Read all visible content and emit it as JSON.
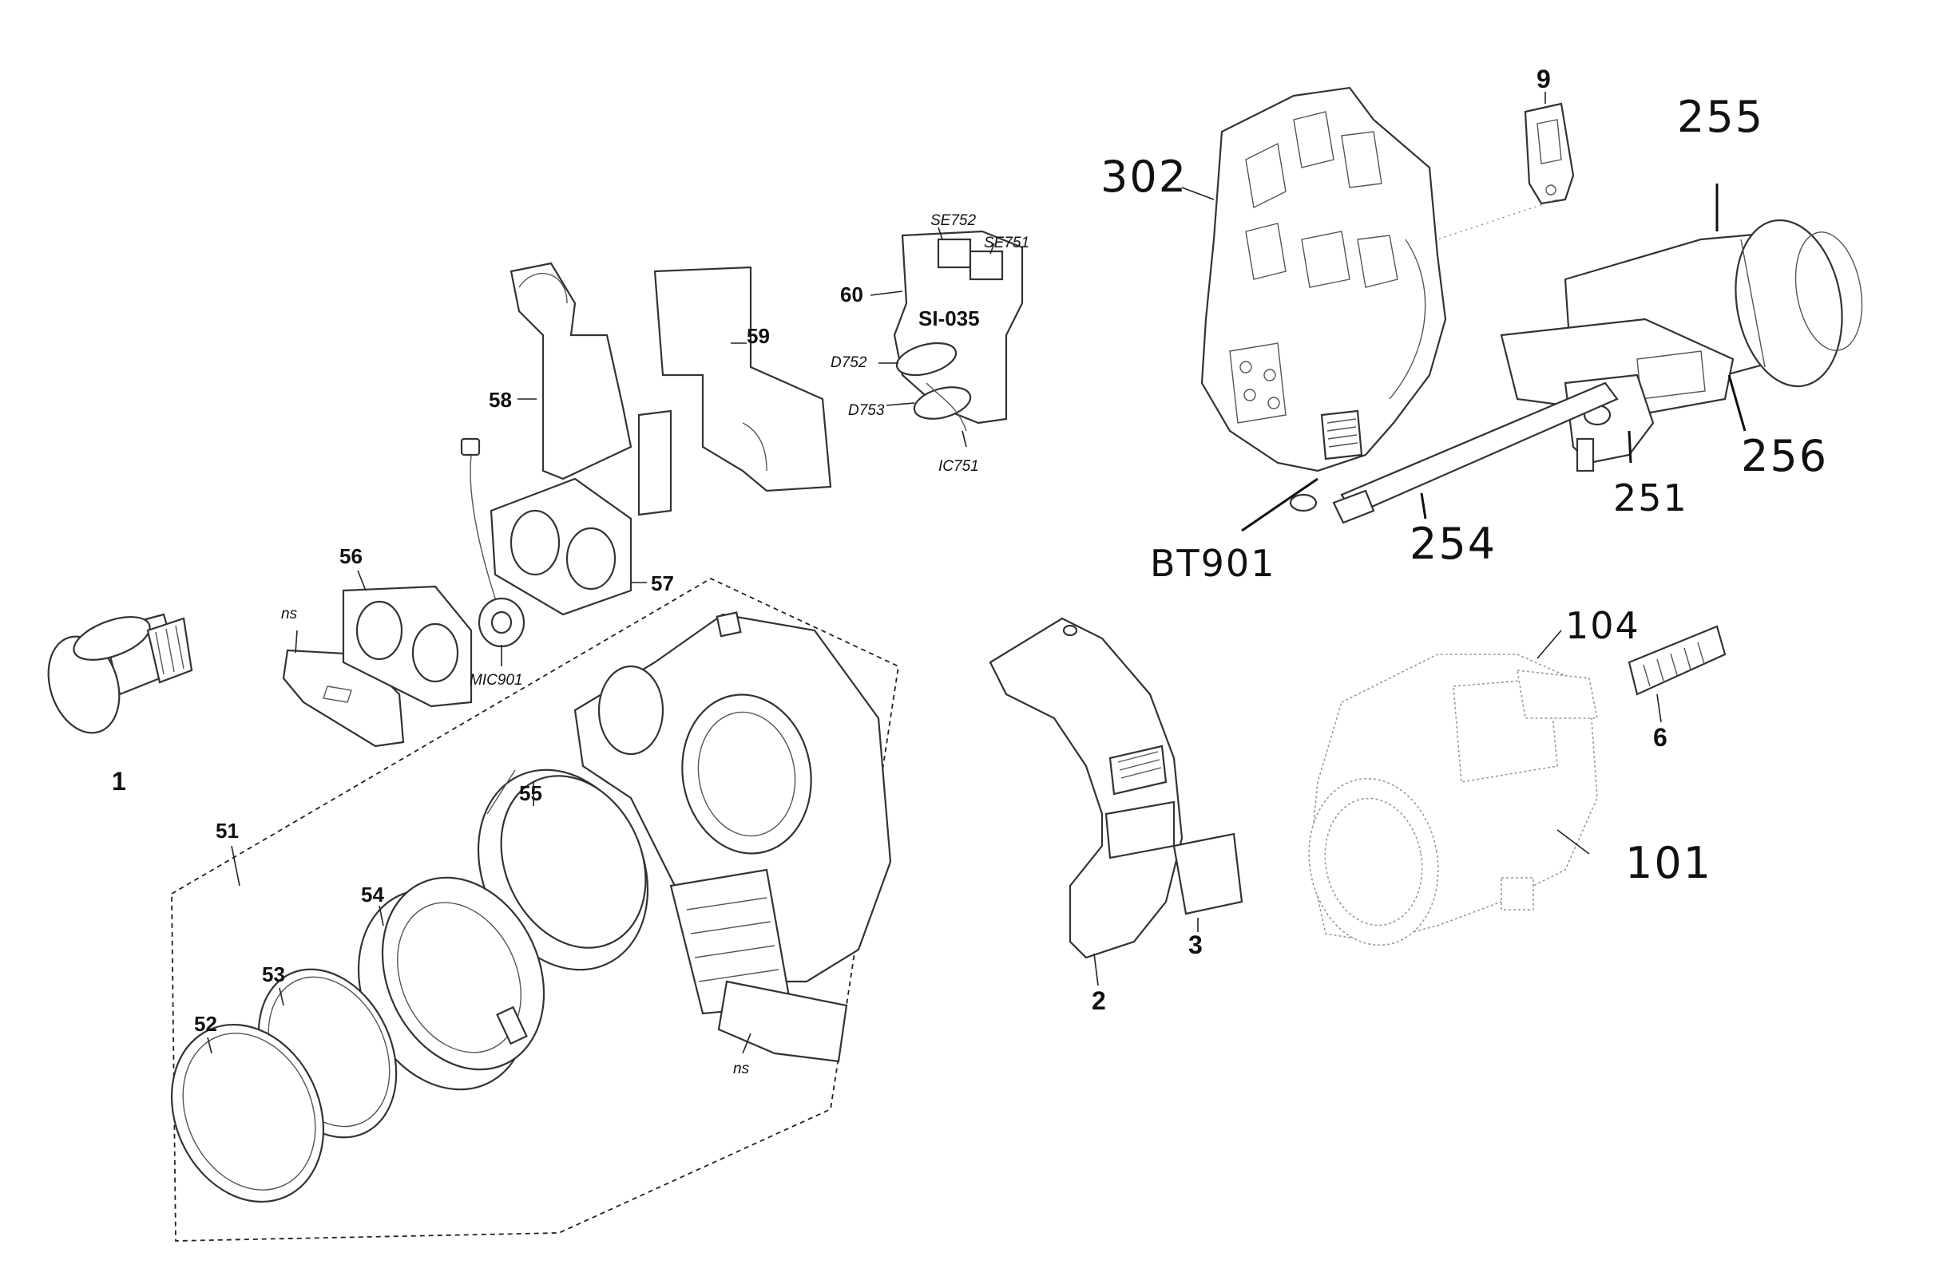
{
  "labels": {
    "l1": "1",
    "l2": "2",
    "l3": "3",
    "l6": "6",
    "l9": "9",
    "l51": "51",
    "l52": "52",
    "l53": "53",
    "l54": "54",
    "l55": "55",
    "l56": "56",
    "l57": "57",
    "l58": "58",
    "l59": "59",
    "l60": "60",
    "ns1": "ns",
    "ns2": "ns",
    "mic901": "MIC901",
    "se752": "SE752",
    "se751": "SE751",
    "d752": "D752",
    "d753": "D753",
    "ic751": "IC751",
    "board": "SI-035",
    "l101": "101",
    "l104": "104",
    "l251": "251",
    "l254": "254",
    "l255": "255",
    "l256": "256",
    "l302": "302",
    "bt901": "BT901"
  }
}
